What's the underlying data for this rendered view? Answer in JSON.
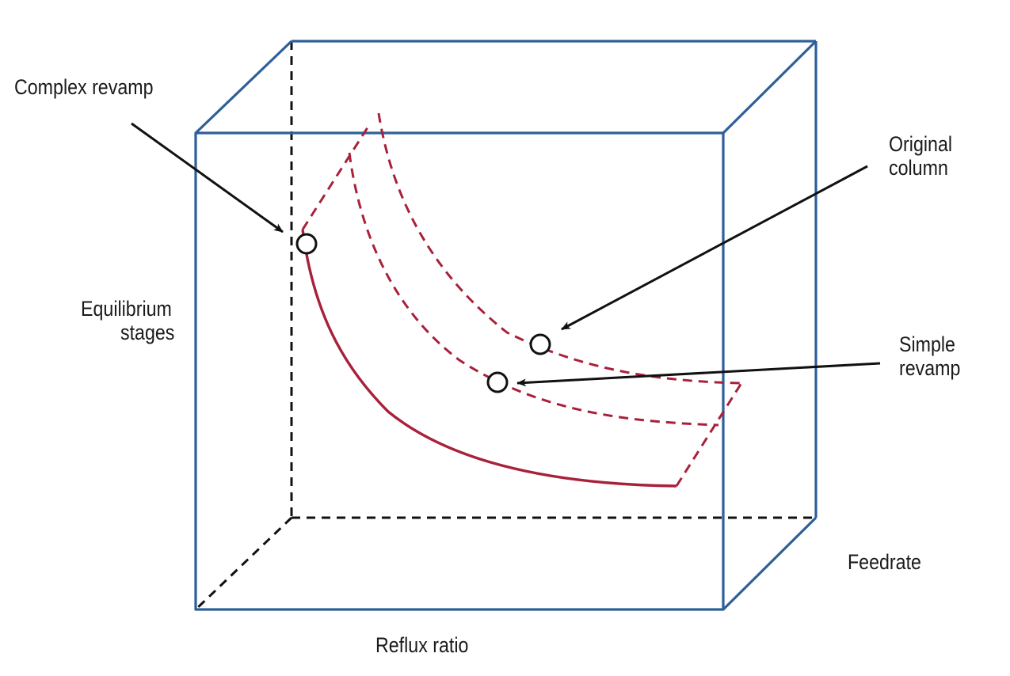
{
  "labels": {
    "complex_revamp": "Complex revamp",
    "original_column_line1": "Original",
    "original_column_line2": "column",
    "simple_revamp_line1": "Simple",
    "simple_revamp_line2": "revamp",
    "y_axis_line1": "Equilibrium",
    "y_axis_line2": "stages",
    "x_axis": "Reflux ratio",
    "z_axis": "Feedrate"
  },
  "colors": {
    "box": "#2e5f99",
    "curve": "#a8213a",
    "hidden_edge": "#111111",
    "arrow": "#111111"
  }
}
